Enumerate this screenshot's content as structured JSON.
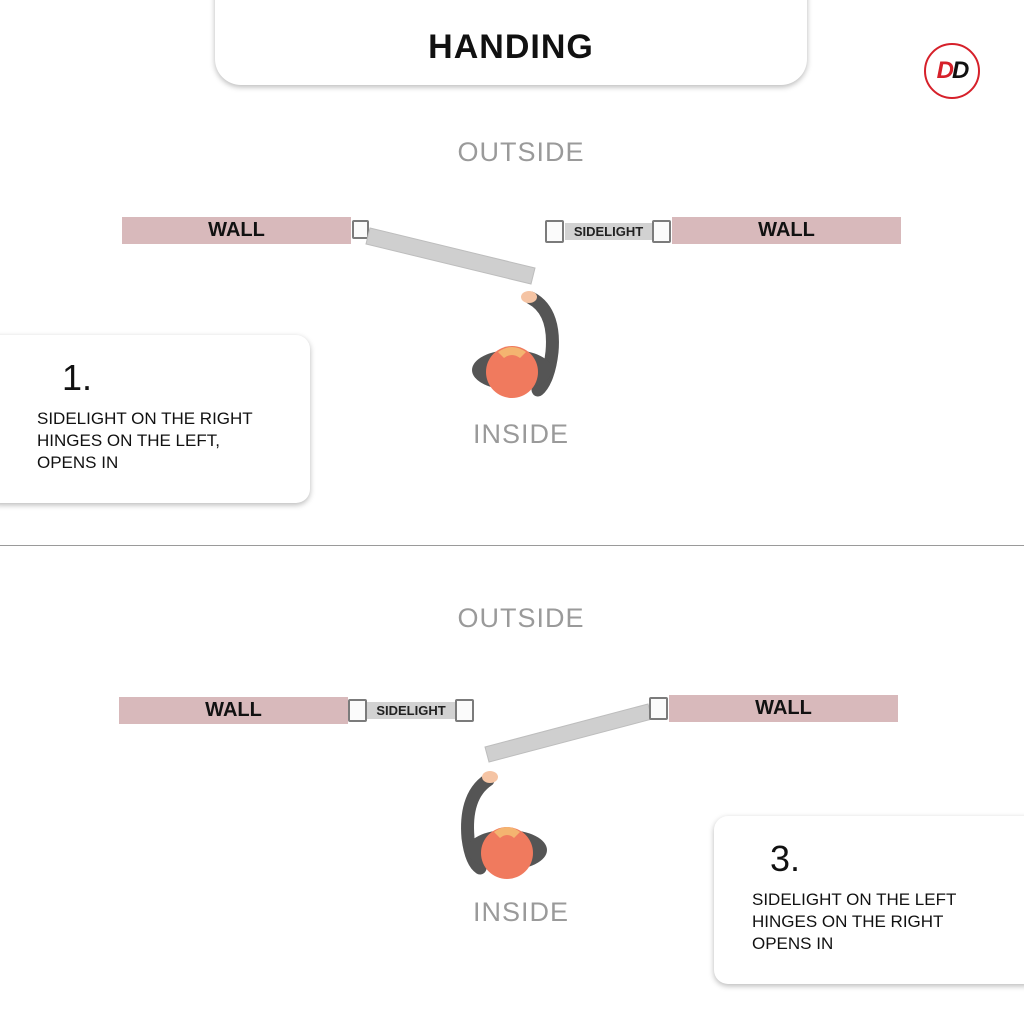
{
  "header": {
    "title": "HANDING"
  },
  "logo": {
    "letters_left": "D",
    "letters_right": "D",
    "accent": "#d6202a"
  },
  "colors": {
    "wall": "#d8b9bb",
    "door": "#cfcfcf",
    "sidelight": "#d2d2d2",
    "head": "#f07a5e",
    "arm": "#555555"
  },
  "diagram1": {
    "outside_label": "OUTSIDE",
    "inside_label": "INSIDE",
    "left_wall_label": "WALL",
    "right_wall_label": "WALL",
    "sidelight_label": "SIDELIGHT",
    "card": {
      "number": "1.",
      "text": "SIDELIGHT ON THE RIGHT\nHINGES ON THE LEFT,\nOPENS IN"
    }
  },
  "diagram2": {
    "outside_label": "OUTSIDE",
    "inside_label": "INSIDE",
    "left_wall_label": "WALL",
    "right_wall_label": "WALL",
    "sidelight_label": "SIDELIGHT",
    "card": {
      "number": "3.",
      "text": "SIDELIGHT ON THE LEFT\nHINGES ON THE RIGHT\nOPENS IN"
    }
  }
}
